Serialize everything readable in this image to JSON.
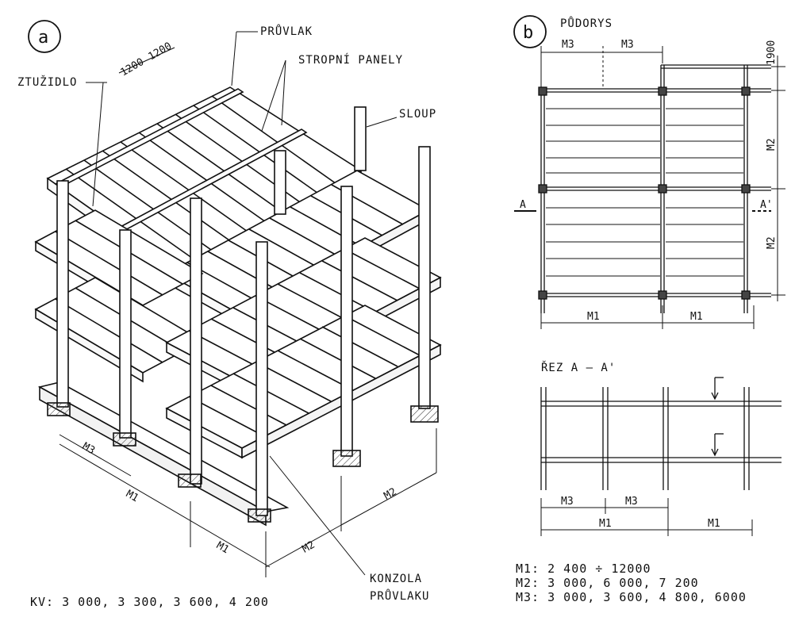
{
  "panel_a": {
    "circle_label": "a",
    "labels": {
      "pruvlak": "PRŮVLAK",
      "stropni_panely": "STROPNÍ PANELY",
      "ztuzidlo": "ZTUŽIDLO",
      "sloup": "SLOUP",
      "konzola_1": "KONZOLA",
      "konzola_2": "PRŮVLAKU",
      "panel_width_1": "1200",
      "panel_width_2": "1200"
    },
    "dimensions": {
      "m3": "M3",
      "m1_front": "M1",
      "m1_corner": "M1",
      "m2_corner": "M2",
      "m2_side": "M2"
    },
    "footnote": "KV: 3 000, 3 300, 3 600, 4 200"
  },
  "panel_b": {
    "circle_label": "b",
    "plan_title": "PŮDORYS",
    "plan_dims": {
      "top_m3_1": "M3",
      "top_m3_2": "M3",
      "right_1900": "1900",
      "right_m2_1": "M2",
      "right_m2_2": "M2",
      "bottom_m1_1": "M1",
      "bottom_m1_2": "M1",
      "section_a": "A",
      "section_a_prime": "A'"
    },
    "section_title": "ŘEZ A – A'",
    "section_dims": {
      "m3_1": "M3",
      "m3_2": "M3",
      "m1_1": "M1",
      "m1_2": "M1"
    },
    "legend": {
      "line1": "M1: 2 400 ÷ 12000",
      "line2": "M2: 3 000, 6 000, 7 200",
      "line3": "M3: 3 000, 3 600, 4 800, 6000"
    }
  }
}
